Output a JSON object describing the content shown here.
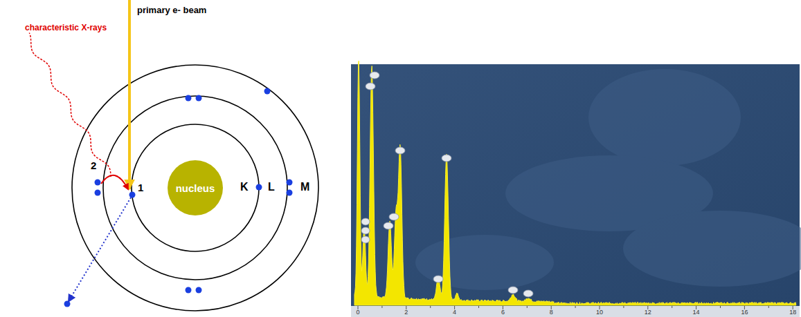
{
  "diagram": {
    "nodes": [
      {
        "text": [
          "nucleus"
        ]
      }
    ],
    "labels": [
      "primary e- beam",
      "characteristic X-rays",
      "2",
      "1",
      "K",
      "L",
      "M",
      "0",
      "2",
      "4",
      "6",
      "8",
      "10",
      "12",
      "14",
      "16",
      "18"
    ]
  }
}
